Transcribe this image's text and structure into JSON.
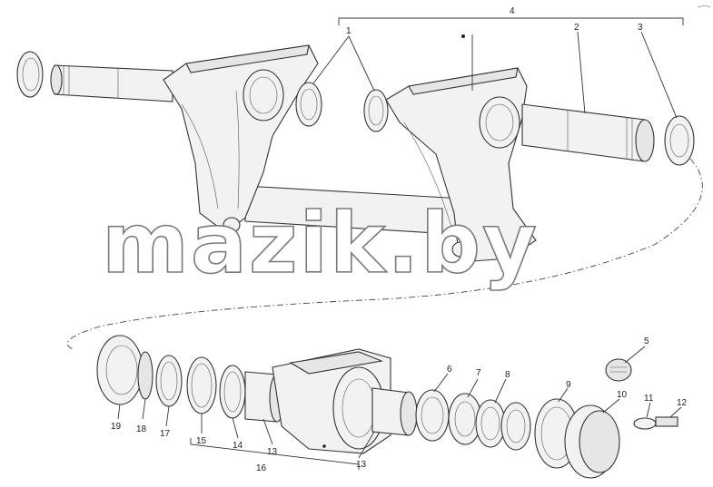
{
  "callouts": {
    "c1": "1",
    "c2": "2",
    "c3": "3",
    "c4": "4",
    "c5": "5",
    "c6": "6",
    "c7": "7",
    "c8": "8",
    "c9": "9",
    "c10": "10",
    "c11": "11",
    "c12": "12",
    "c13a": "13",
    "c13b": "13",
    "c14": "14",
    "c15": "15",
    "c16": "16",
    "c17": "17",
    "c18": "18",
    "c19": "19"
  },
  "watermark": "mazik.by",
  "colors": {
    "line": "#333333",
    "part_fill": "#f2f2f2",
    "watermark_stroke": "#7a7a7a"
  }
}
